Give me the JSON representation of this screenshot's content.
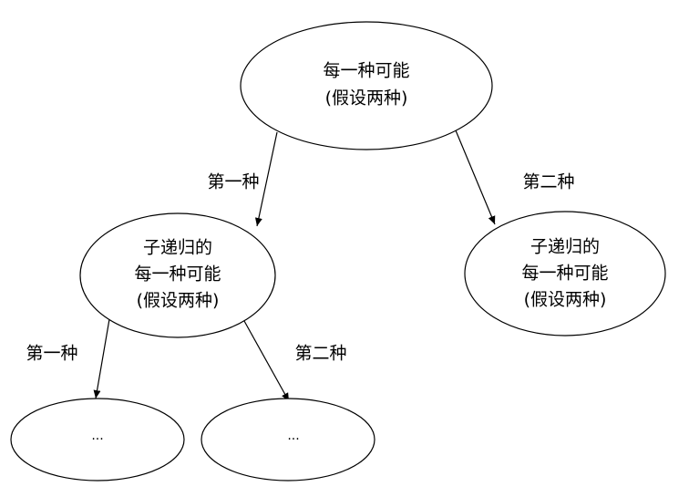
{
  "nodes": {
    "root": {
      "line1": "每一种可能",
      "line2": "(假设两种)"
    },
    "left": {
      "line1": "子递归的",
      "line2": "每一种可能",
      "line3": "(假设两种)"
    },
    "right": {
      "line1": "子递归的",
      "line2": "每一种可能",
      "line3": "(假设两种)"
    },
    "leaf_left": {
      "line1": "..."
    },
    "leaf_right": {
      "line1": "..."
    }
  },
  "edges": {
    "root_left": "第一种",
    "root_right": "第二种",
    "left_leaf_left": "第一种",
    "left_leaf_right": "第二种"
  }
}
